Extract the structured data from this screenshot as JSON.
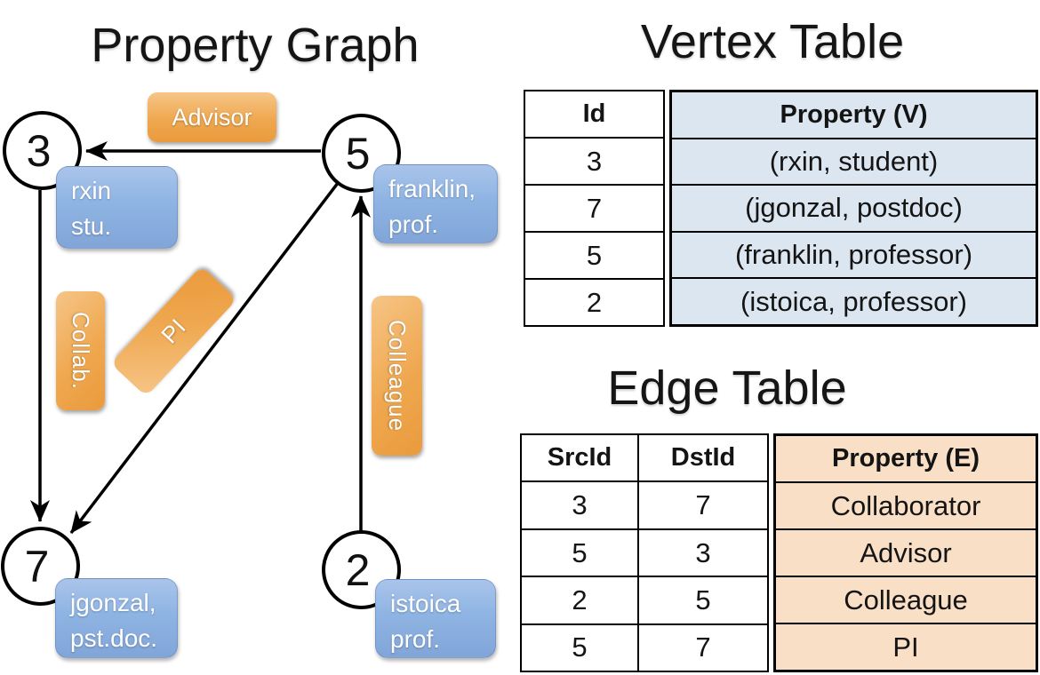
{
  "graph": {
    "title": "Property Graph",
    "nodes": [
      {
        "id": "3",
        "property_lines": [
          "rxin",
          "stu."
        ]
      },
      {
        "id": "5",
        "property_lines": [
          "franklin,",
          "prof."
        ]
      },
      {
        "id": "7",
        "property_lines": [
          "jgonzal,",
          "pst.doc."
        ]
      },
      {
        "id": "2",
        "property_lines": [
          "istoica",
          "prof."
        ]
      }
    ],
    "edges": [
      {
        "src": "5",
        "dst": "3",
        "label": "Advisor"
      },
      {
        "src": "3",
        "dst": "7",
        "label": "Collab."
      },
      {
        "src": "5",
        "dst": "7",
        "label": "PI"
      },
      {
        "src": "2",
        "dst": "5",
        "label": "Colleague"
      }
    ]
  },
  "vertex_table": {
    "title": "Vertex Table",
    "headers": {
      "id": "Id",
      "property": "Property (V)"
    },
    "rows": [
      {
        "id": "3",
        "property": "(rxin, student)"
      },
      {
        "id": "7",
        "property": "(jgonzal, postdoc)"
      },
      {
        "id": "5",
        "property": "(franklin, professor)"
      },
      {
        "id": "2",
        "property": "(istoica, professor)"
      }
    ]
  },
  "edge_table": {
    "title": "Edge Table",
    "headers": {
      "src": "SrcId",
      "dst": "DstId",
      "property": "Property (E)"
    },
    "rows": [
      {
        "src": "3",
        "dst": "7",
        "property": "Collaborator"
      },
      {
        "src": "5",
        "dst": "3",
        "property": "Advisor"
      },
      {
        "src": "2",
        "dst": "5",
        "property": "Colleague"
      },
      {
        "src": "5",
        "dst": "7",
        "property": "PI"
      }
    ]
  },
  "colors": {
    "edge_label_orange": "#efa850",
    "vertex_box_blue": "#8eb4e3",
    "vertex_table_fill": "#dce6f1",
    "edge_table_fill": "#f8dfc5",
    "line_black": "#000000"
  }
}
